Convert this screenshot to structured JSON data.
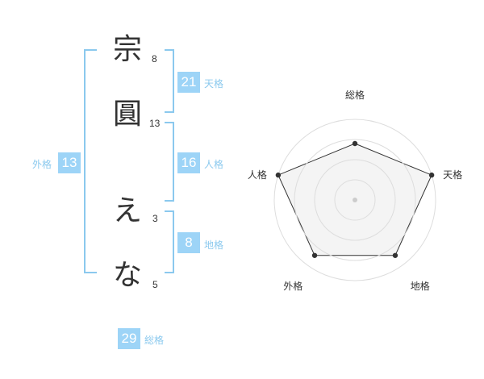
{
  "name": {
    "chars": [
      {
        "char": "宗",
        "strokes": "8"
      },
      {
        "char": "圓",
        "strokes": "13"
      },
      {
        "char": "え",
        "strokes": "3"
      },
      {
        "char": "な",
        "strokes": "5"
      }
    ]
  },
  "fortune": {
    "tenkaku": {
      "value": "21",
      "label": "天格"
    },
    "jinkaku": {
      "value": "16",
      "label": "人格"
    },
    "chikaku": {
      "value": "8",
      "label": "地格"
    },
    "gaikaku": {
      "value": "13",
      "label": "外格"
    },
    "soukaku": {
      "value": "29",
      "label": "総格"
    }
  },
  "colors": {
    "accent": "#9dd4f7",
    "bracket": "#8bc9ee",
    "text": "#333333",
    "radar_fill": "#f2f2f2",
    "radar_grid": "#dddddd"
  },
  "chart_data": {
    "type": "radar",
    "axes": [
      "総格",
      "天格",
      "地格",
      "外格",
      "人格"
    ],
    "values": [
      0.7,
      1.0,
      0.85,
      0.85,
      1.0
    ],
    "max": 1.0,
    "rings": 4
  }
}
